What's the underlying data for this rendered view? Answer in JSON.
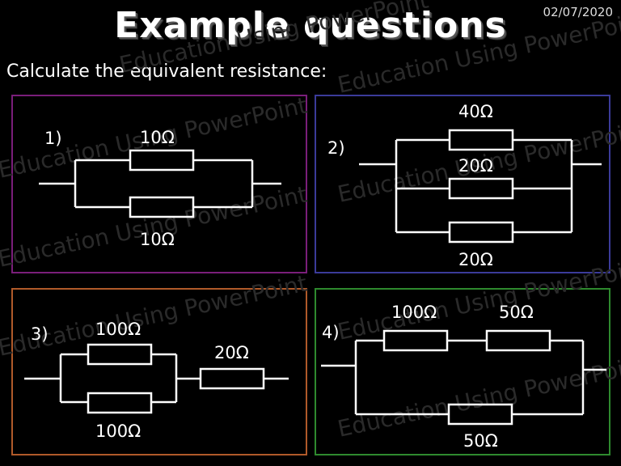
{
  "header": {
    "title": "Example questions",
    "date": "02/07/2020",
    "prompt": "Calculate the equivalent resistance:"
  },
  "watermark": "Education Using PowerPoint",
  "colors": {
    "background": "#000000",
    "panel1_border": "#7a1e7a",
    "panel2_border": "#3b3b9a",
    "panel3_border": "#b05a2a",
    "panel4_border": "#2e8a2e"
  },
  "questions": [
    {
      "number": "1)",
      "resistors": [
        "10Ω",
        "10Ω"
      ]
    },
    {
      "number": "2)",
      "resistors": [
        "40Ω",
        "20Ω",
        "20Ω"
      ]
    },
    {
      "number": "3)",
      "resistors": [
        "100Ω",
        "100Ω",
        "20Ω"
      ]
    },
    {
      "number": "4)",
      "resistors": [
        "100Ω",
        "50Ω",
        "50Ω"
      ]
    }
  ]
}
